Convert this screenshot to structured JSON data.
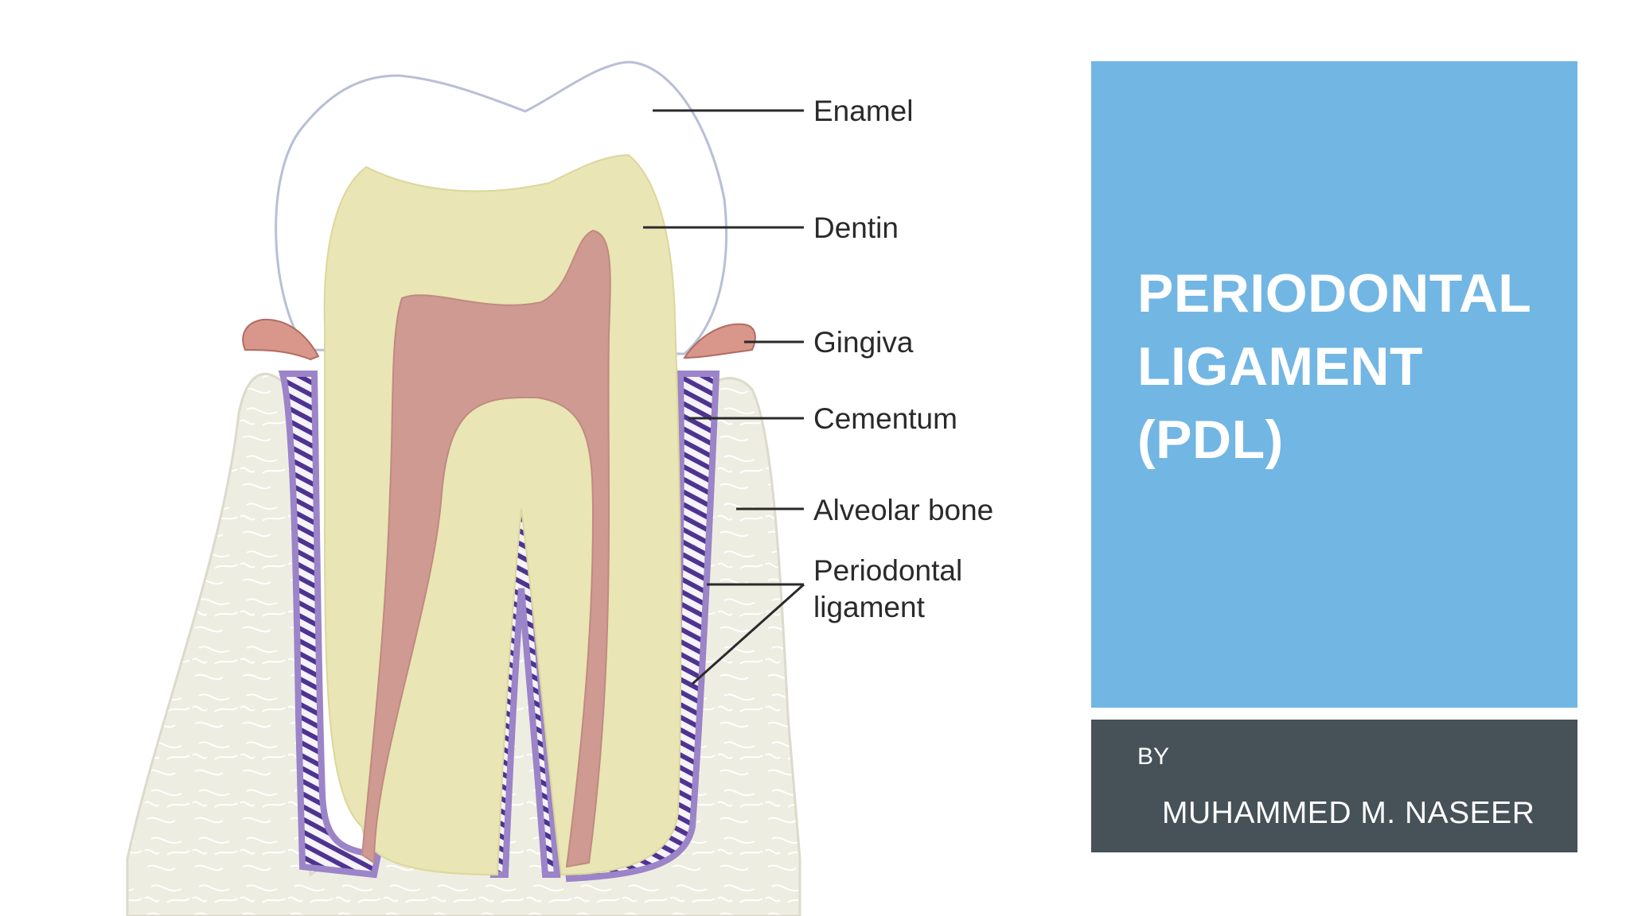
{
  "diagram": {
    "labels": {
      "enamel": "Enamel",
      "dentin": "Dentin",
      "gingiva": "Gingiva",
      "cementum": "Cementum",
      "alveolar_bone": "Alveolar bone",
      "periodontal_ligament_line1": "Periodontal",
      "periodontal_ligament_line2": "ligament"
    }
  },
  "title_panel": {
    "title_line1": "PERIODONTAL",
    "title_line2": "LIGAMENT",
    "title_line3": "(PDL)"
  },
  "author_panel": {
    "by": "BY",
    "name": "MUHAMMED M. NASEER"
  },
  "colors": {
    "title_panel_bg": "#72b6e4",
    "author_panel_bg": "#465158",
    "enamel": "#ffffff",
    "dentin": "#e9e5b4",
    "pulp": "#cf9a91",
    "bone": "#eeede2",
    "ligament": "#9b84c8",
    "ligament_fibers": "#4e3490",
    "gingiva": "#d8978a"
  }
}
